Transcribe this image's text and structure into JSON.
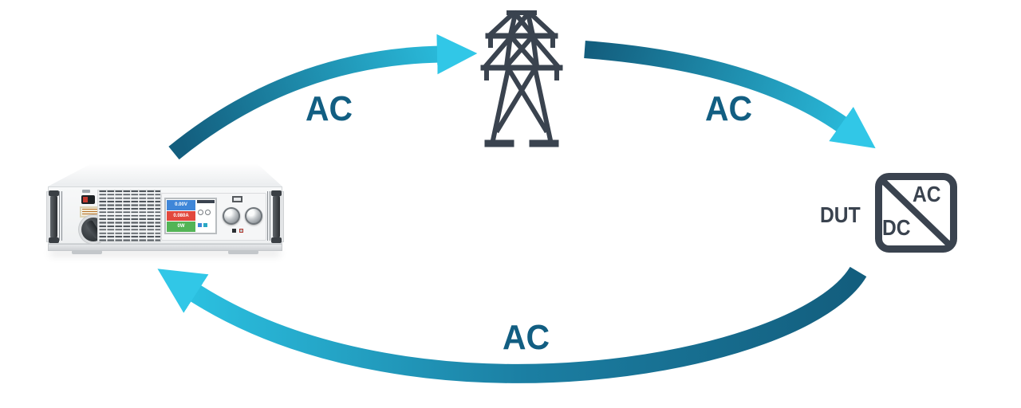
{
  "diagram": {
    "arrows": [
      {
        "id": "device-to-grid",
        "label": "AC"
      },
      {
        "id": "grid-to-dut",
        "label": "AC"
      },
      {
        "id": "dut-to-device",
        "label": "AC"
      }
    ],
    "grid_icon": "transmission-tower-icon",
    "dut": {
      "label": "DUT",
      "box_icon": "ac-dc-converter-icon",
      "box_top_right": "AC",
      "box_bottom_left": "DC"
    },
    "colors": {
      "arrow_dark": "#135E7E",
      "arrow_mid": "#1B7FA3",
      "arrow_light": "#2BC0E0",
      "arrow_head": "#31C7E7",
      "label_text": "#125E82",
      "icon_slate": "#3A434F"
    }
  },
  "device": {
    "name": "rack-power-supply",
    "screen": {
      "voltage": "0.00V",
      "current": "0.080A",
      "power": "0W",
      "voltage_color": "#3F86D8",
      "current_color": "#E2483D",
      "power_color": "#53B456"
    }
  }
}
